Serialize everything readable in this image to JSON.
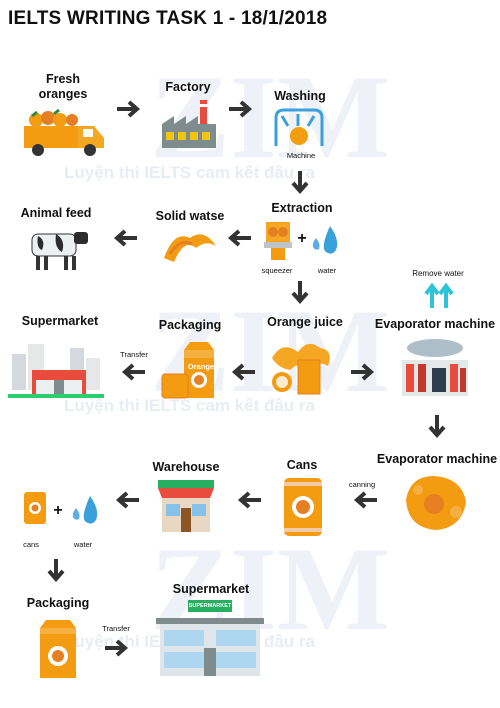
{
  "title": "IELTS WRITING TASK 1 - 18/1/2018",
  "watermark": {
    "logo": "ZIM",
    "slogan": "Luyện thi IELTS cam kết đầu ra"
  },
  "stages": {
    "fresh_oranges": "Fresh oranges",
    "factory": "Factory",
    "washing": "Washing",
    "machine": "Machine",
    "extraction": "Extraction",
    "squeezer": "squeezer",
    "water": "water",
    "solid_waste": "Solid watse",
    "animal_feed": "Animal feed",
    "orange_juice": "Orange juice",
    "packaging": "Packaging",
    "transfer": "Transfer",
    "supermarket": "Supermarket",
    "remove_water": "Remove water",
    "evaporator_machine": "Evaporator machine",
    "evaporator_machine_2": "Evaporator machine",
    "canning": "canning",
    "cans": "Cans",
    "warehouse": "Warehouse",
    "cans_small": "cans",
    "water_small": "water",
    "packaging_2": "Packaging",
    "transfer_2": "Transfer",
    "supermarket_2": "Supermarket",
    "supermarket_sign": "SUPERMARKET",
    "juice_label": "Orange"
  },
  "colors": {
    "orange": "#f39c12",
    "arrow": "#333333",
    "cyan": "#2cc4d6",
    "blue": "#3aa0dc"
  }
}
